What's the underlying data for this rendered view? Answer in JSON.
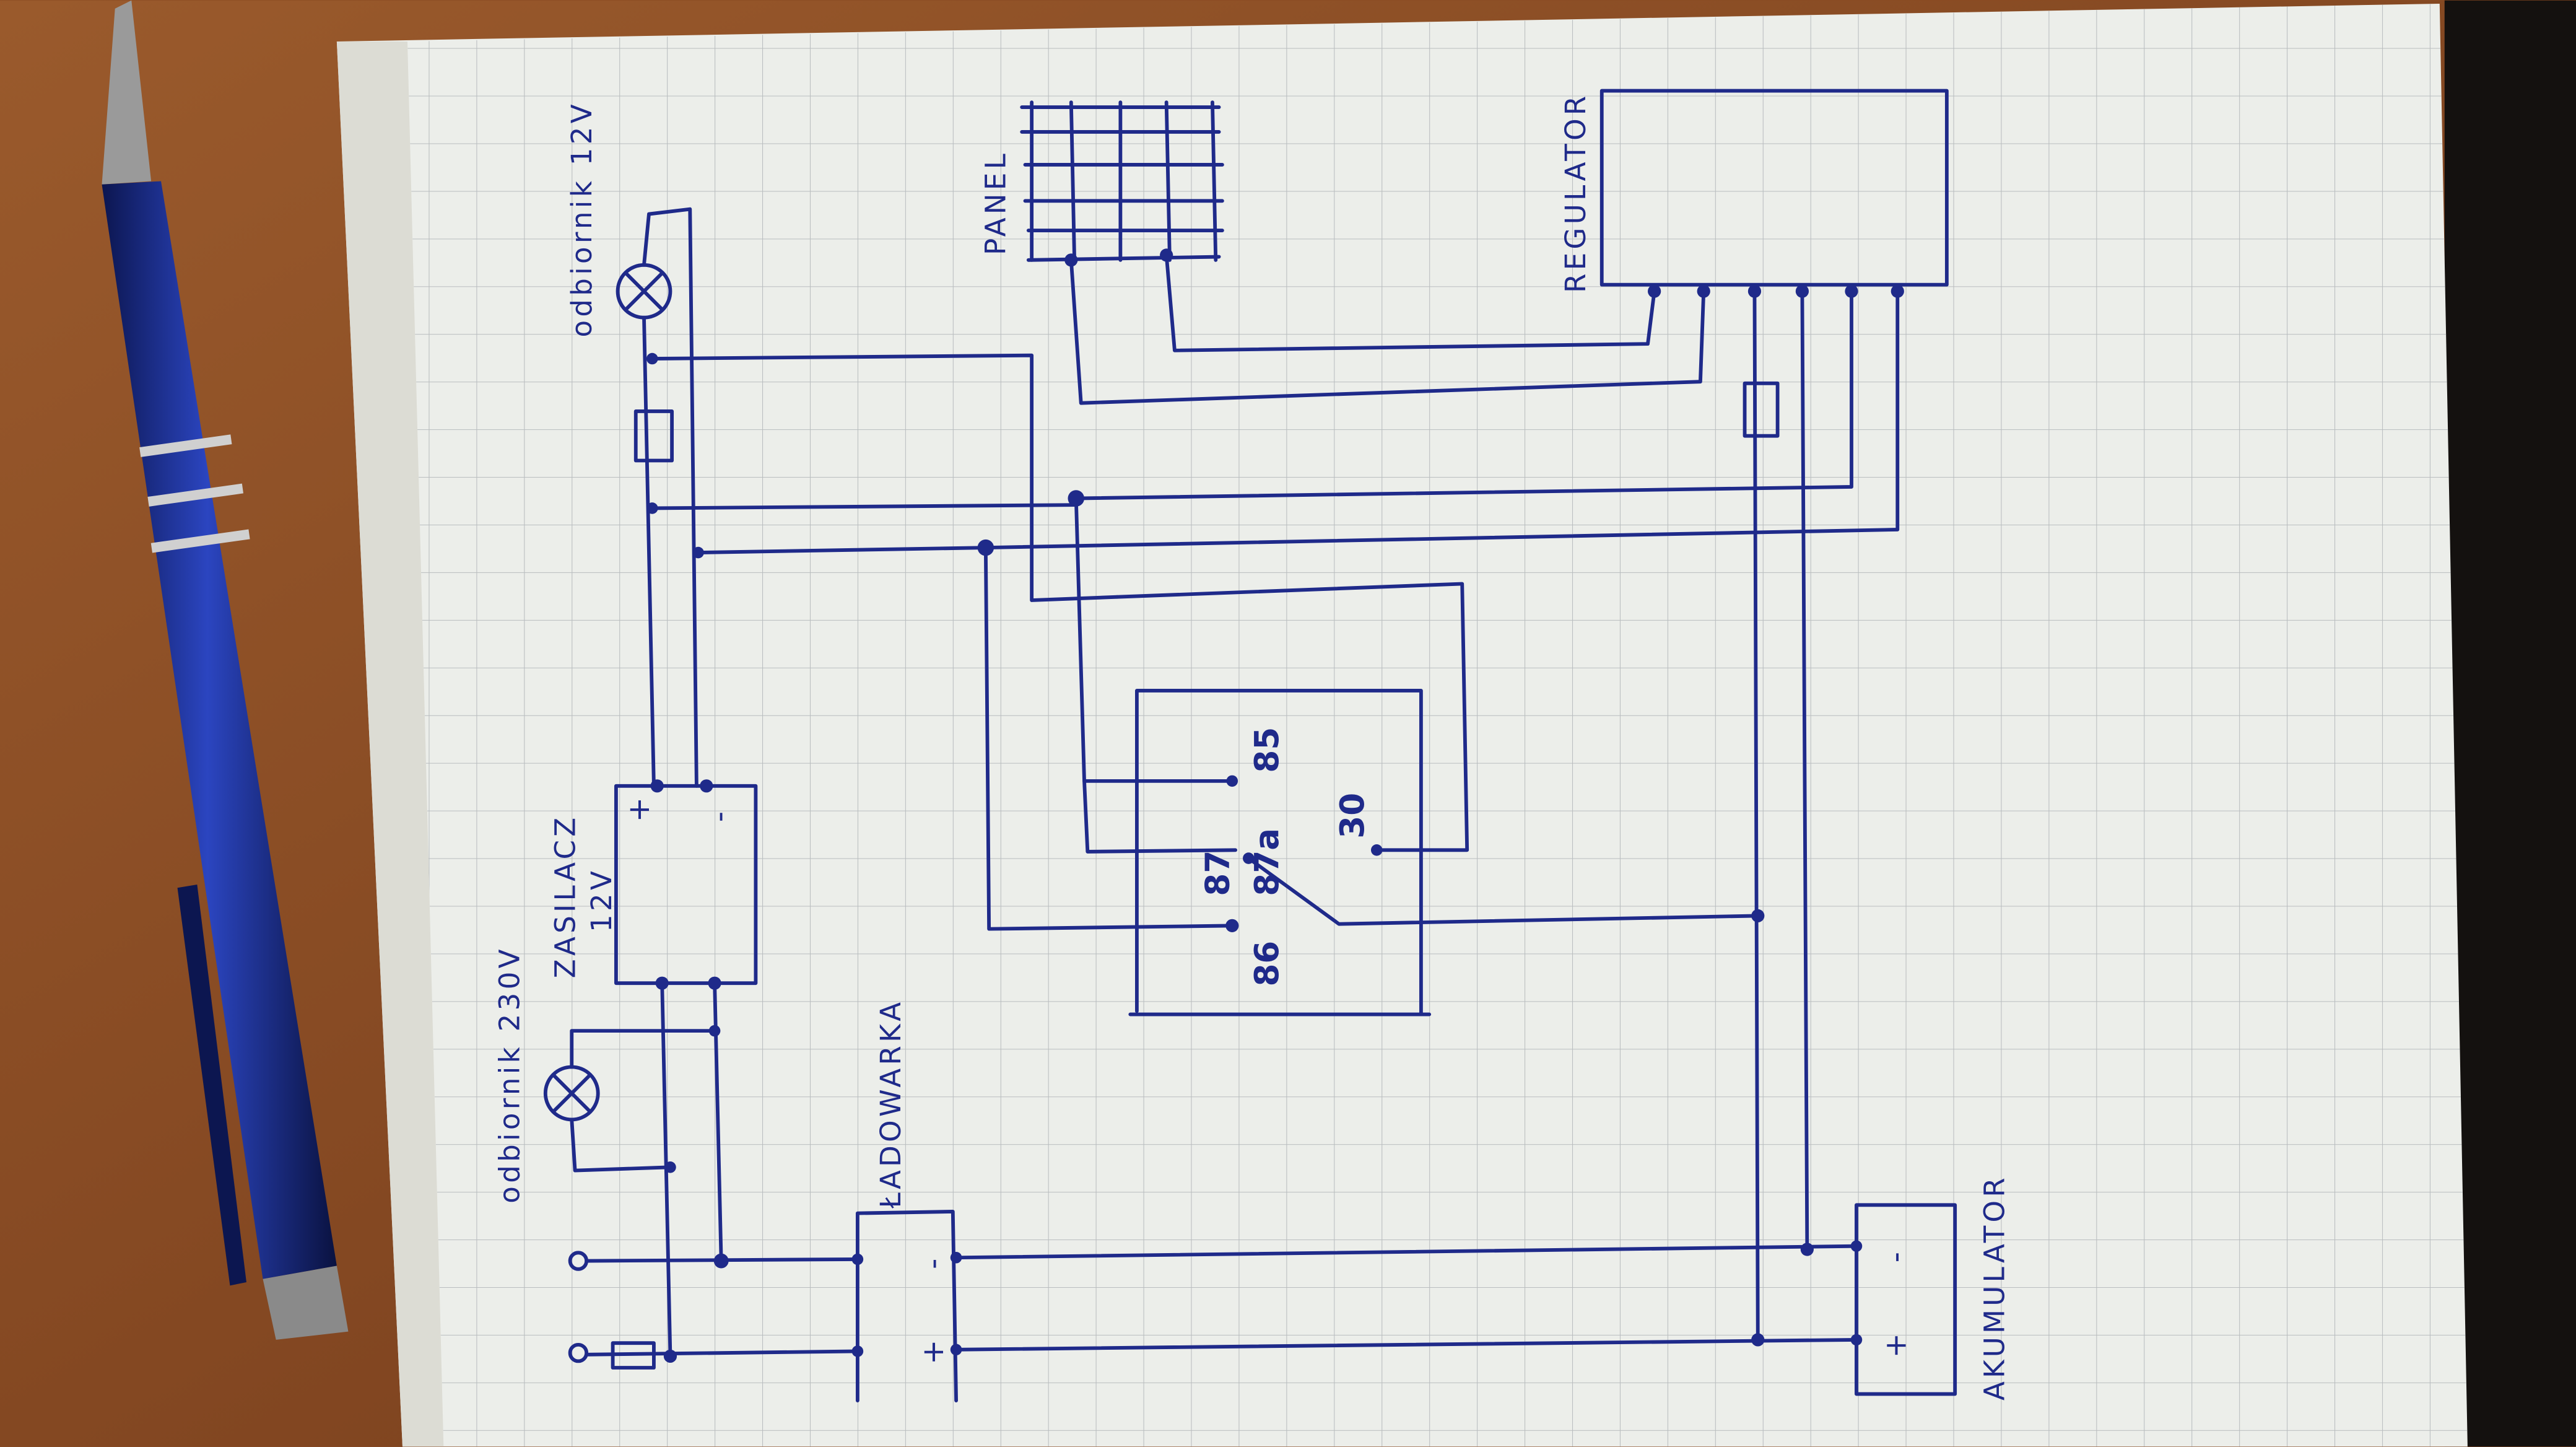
{
  "labels": {
    "load_12v": "odbiornik 12V",
    "panel": "PANEL",
    "regulator": "REGULATOR",
    "power_supply_line1": "ZASILACZ",
    "power_supply_line2": "12V",
    "load_230v": "odbiornik 230V",
    "charger": "ŁADOWARKA",
    "battery": "AKUMULATOR"
  },
  "relay_pins": {
    "p85": "85",
    "p87": "87",
    "p87a": "87a",
    "p86": "86",
    "p30": "30"
  },
  "polarity": {
    "plus": "+",
    "minus": "-"
  },
  "colors": {
    "ink": "#1f2a8a",
    "paper": "#eef0ec",
    "desk": "#8a4a22",
    "pen": "#1a2f8c"
  }
}
